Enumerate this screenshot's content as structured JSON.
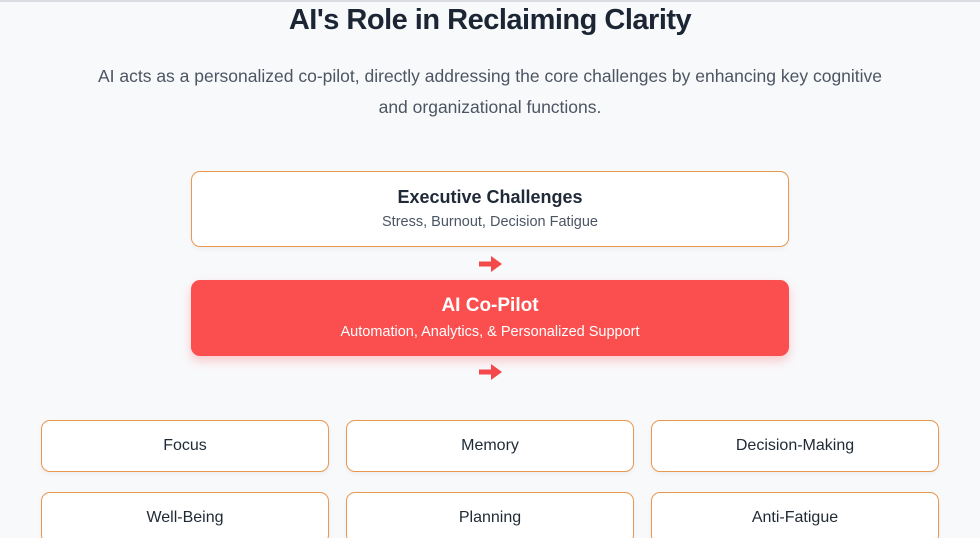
{
  "page": {
    "title": "AI's Role in Reclaiming Clarity",
    "subtitle": "AI acts as a personalized co-pilot, directly addressing the core challenges by enhancing key cognitive and organizational functions."
  },
  "flow": {
    "challenges": {
      "title": "Executive Challenges",
      "subtitle": "Stress, Burnout, Decision Fatigue"
    },
    "copilot": {
      "title": "AI Co-Pilot",
      "subtitle": "Automation, Analytics, & Personalized Support"
    }
  },
  "functions": [
    {
      "label": "Focus"
    },
    {
      "label": "Memory"
    },
    {
      "label": "Decision-Making"
    },
    {
      "label": "Well-Being"
    },
    {
      "label": "Planning"
    },
    {
      "label": "Anti-Fatigue"
    }
  ],
  "icons": {
    "flow_arrow": "arrow-right"
  },
  "colors": {
    "background": "#f8f9fb",
    "accent_orange": "#e9984f",
    "accent_red": "#fb4e4e",
    "title_text": "#1b2533",
    "body_text": "#4d5562"
  }
}
